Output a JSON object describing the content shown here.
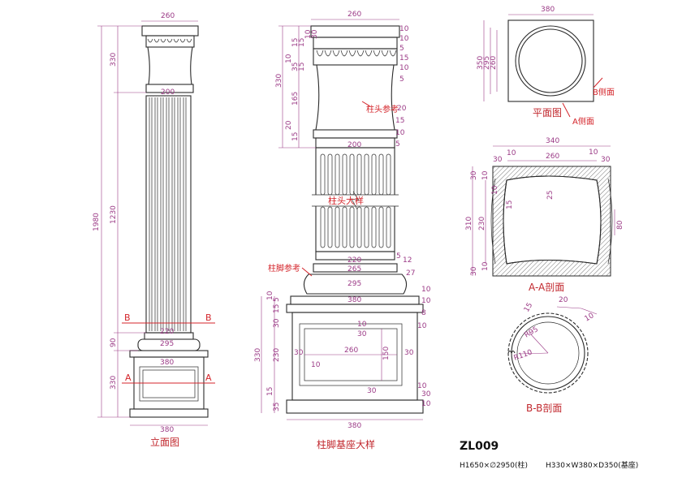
{
  "views": {
    "elevation": {
      "title": "立面图",
      "top_width": "260",
      "neck_width": "200",
      "base_width": "220",
      "plinth_width": "295",
      "pedestal_top": "380",
      "pedestal_bottom": "380",
      "h_total": "1980",
      "h_capital": "330",
      "h_shaft": "1230",
      "h_base": "90",
      "h_pedestal": "330",
      "section_b": "B",
      "section_a": "A"
    },
    "detail": {
      "title": "柱脚基座大样",
      "capital_label": "柱头大样",
      "capital_ref": "柱头参考",
      "base_ref": "柱脚参考",
      "w_top": "260",
      "w_neck": "200",
      "w_base": "220",
      "w_265": "265",
      "w_295": "295",
      "w_380": "380",
      "w_bottom": "380",
      "w_panel": "260",
      "left_dims": [
        "15",
        "15",
        "10",
        "30",
        "10",
        "35",
        "15",
        "330",
        "165",
        "20",
        "15"
      ],
      "right_dims": [
        "10",
        "10",
        "5",
        "15",
        "10",
        "5",
        "20",
        "15",
        "10",
        "5"
      ],
      "base_dims": [
        "5",
        "12",
        "27",
        "10",
        "10",
        "8",
        "10",
        "30",
        "30",
        "150",
        "10",
        "30",
        "10",
        "10"
      ],
      "ped_left": [
        "10",
        "5",
        "15",
        "30",
        "330",
        "230",
        "15",
        "35"
      ],
      "ped_inner": [
        "30",
        "10",
        "30"
      ]
    },
    "plan": {
      "title": "平面图",
      "width": "380",
      "h1": "350",
      "h2": "295",
      "h3": "260",
      "side_b": "B侧面",
      "side_a": "A侧面"
    },
    "section_aa": {
      "title": "A-A剖面",
      "w_total": "340",
      "w_inner": "260",
      "d10a": "10",
      "d10b": "10",
      "d30a": "30",
      "d30b": "30",
      "d25": "25",
      "d15": "15",
      "h_total": "310",
      "h_inner": "230",
      "d80": "80",
      "d10c": "10",
      "d30c": "30",
      "d10d": "10",
      "d30d": "30",
      "d10e": "10"
    },
    "section_bb": {
      "title": "B-B剖面",
      "r_outer": "R95",
      "r_inner": "R110",
      "d15": "15",
      "d20": "20",
      "d10": "10"
    }
  },
  "info": {
    "code": "ZL009",
    "spec_column": "H1650×∅2950(柱)",
    "spec_base": "H330×W380×D350(基座)"
  }
}
